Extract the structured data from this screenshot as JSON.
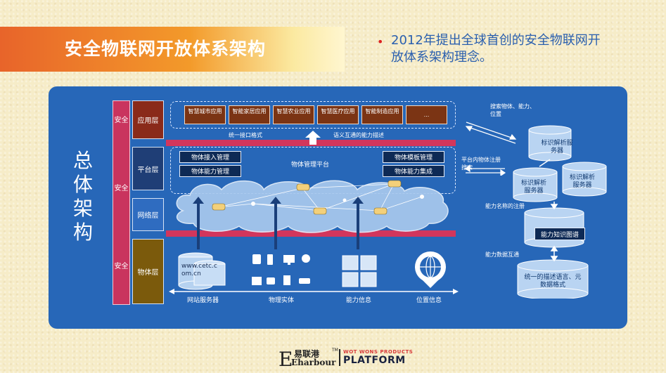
{
  "title": "安全物联网开放体系架构",
  "bullet": "2012年提出全球首创的安全物联网开放体系架构理念。",
  "big_label": [
    "总",
    "体",
    "架",
    "构"
  ],
  "security_labels": [
    "安全",
    "安全",
    "安全"
  ],
  "layers": [
    "应用层",
    "平台层",
    "网络层",
    "物体层"
  ],
  "apps": [
    "智慧城市应用",
    "智能家居应用",
    "智慧农业应用",
    "智慧医疗应用",
    "智能制造应用",
    "..."
  ],
  "app_captions": [
    "统一接口格式",
    "语义互通的能力描述"
  ],
  "platform_left": [
    "物体接入管理",
    "物体能力管理"
  ],
  "platform_right": [
    "物体模板管理",
    "物体能力集成"
  ],
  "platform_center": "物体管理平台",
  "bottom_labels": [
    "网站服务器",
    "物理实体",
    "能力信息",
    "位置信息"
  ],
  "site_url": "www.cetc.c om.cn",
  "right_labels": {
    "search": "搜索物体、能力、位置",
    "register": "平台内物体注册搜索",
    "capability_register": "能力名称的注册",
    "data_interop": "能力数据互通",
    "resolver1": "标识解析服务器",
    "resolver2": "标识解析服务器",
    "resolver3": "标识解析服务器",
    "knowledge": "能力知识图谱",
    "unified": "统一的描述语言、元数据格式"
  },
  "footer": {
    "brand_cn": "易联港",
    "brand_en": "Eharbour",
    "tm": "TM",
    "top_line": "WOT WONS PRODUCTS",
    "platform": "PLATFORM"
  },
  "colors": {
    "panel": "#2767b8",
    "security": "#c9345e",
    "app_box": "#7b3414",
    "title_orange": "#e8642a"
  }
}
